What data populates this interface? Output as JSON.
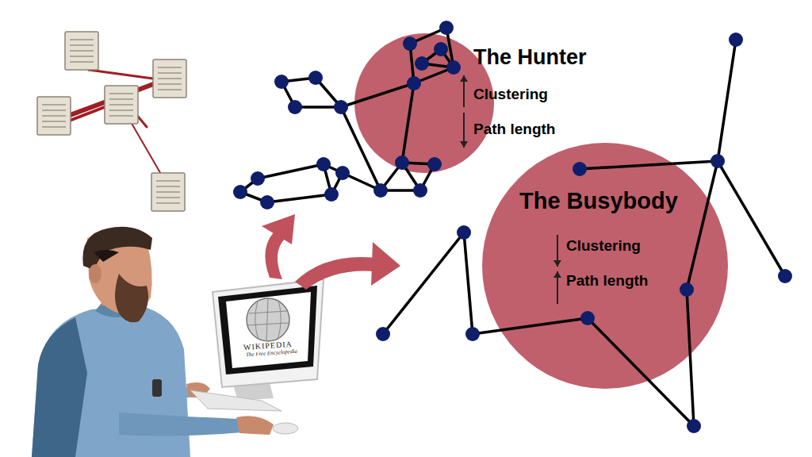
{
  "diagram": {
    "nodes": [
      {
        "text": [
          "The Hunter",
          "Clustering",
          "Path length"
        ]
      },
      {
        "text": [
          "The Busybody",
          "Clustering",
          "Path length"
        ]
      }
    ],
    "labels": [
      "WIKIPEDIA",
      "The Free Encyclopedia"
    ]
  }
}
